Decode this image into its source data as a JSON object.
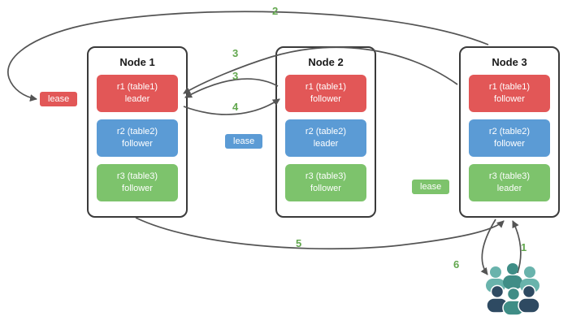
{
  "colors": {
    "range_red": "#e25757",
    "range_blue": "#5b9bd5",
    "range_green": "#7dc36c",
    "arrow": "#545454",
    "step_number_green": "#62a74e",
    "node_border": "#3a3a3a",
    "users_teal_light": "#69b3ac",
    "users_teal_dark": "#3f8d86",
    "users_navy": "#2e4a62"
  },
  "nodes": [
    {
      "title": "Node 1",
      "ranges": [
        {
          "name": "r1 (table1)",
          "role": "leader"
        },
        {
          "name": "r2 (table2)",
          "role": "follower"
        },
        {
          "name": "r3 (table3)",
          "role": "follower"
        }
      ]
    },
    {
      "title": "Node 2",
      "ranges": [
        {
          "name": "r1 (table1)",
          "role": "follower"
        },
        {
          "name": "r2 (table2)",
          "role": "leader"
        },
        {
          "name": "r3 (table3)",
          "role": "follower"
        }
      ]
    },
    {
      "title": "Node 3",
      "ranges": [
        {
          "name": "r1 (table1)",
          "role": "follower"
        },
        {
          "name": "r2 (table2)",
          "role": "follower"
        },
        {
          "name": "r3 (table3)",
          "role": "leader"
        }
      ]
    }
  ],
  "leases": [
    {
      "label": "lease"
    },
    {
      "label": "lease"
    },
    {
      "label": "lease"
    }
  ],
  "steps": {
    "s1": "1",
    "s2": "2",
    "s3a": "3",
    "s3b": "3",
    "s4": "4",
    "s5": "5",
    "s6": "6"
  }
}
